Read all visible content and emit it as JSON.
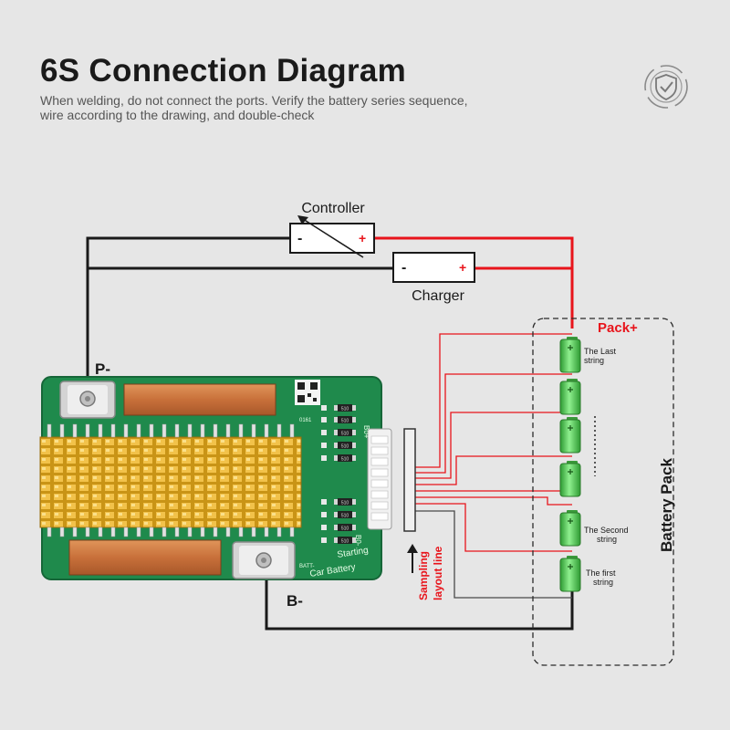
{
  "header": {
    "title": "6S Connection Diagram",
    "subtitle_line1": "When welding, do not connect the ports. Verify the battery series sequence,",
    "subtitle_line2": "wire according to the drawing, and double-check",
    "shield_icon": "shield-icon"
  },
  "components": {
    "controller_label": "Controller",
    "charger_label": "Charger",
    "minus_sign": "-",
    "plus_sign": "+"
  },
  "board": {
    "p_minus_label": "P-",
    "b_minus_label": "B-",
    "starting_text": "Starting",
    "car_battery_text": "Car Battery",
    "pcb_code_1": "0161",
    "pcb_code_2": "B0-",
    "pcb_code_3": "B0+",
    "pcb_code_4": "BATT-",
    "resistor_code": "510"
  },
  "sampling": {
    "line1": "Sampling",
    "line2": "layout line"
  },
  "pack": {
    "pack_plus_label": "Pack+",
    "battery_pack_label": "Battery Pack",
    "last_string_1": "The Last",
    "last_string_2": "string",
    "second_string_1": "The Second",
    "second_string_2": "string",
    "first_string_1": "The first",
    "first_string_2": "string"
  },
  "colors": {
    "wire_red": "#e8141b",
    "wire_black": "#1a1a1a",
    "pcb_green": "#1f8a4c",
    "heatsink": "#d9a520",
    "cell_green": "#5fd35f"
  }
}
